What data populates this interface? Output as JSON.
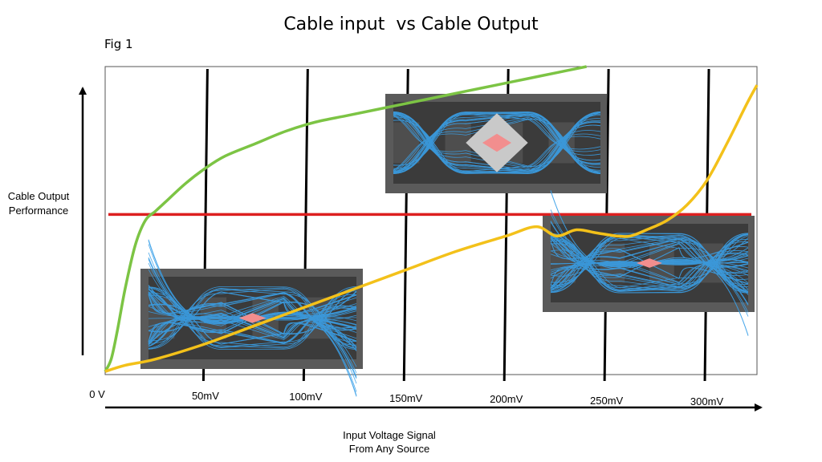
{
  "chart_data": {
    "type": "line",
    "title": "Cable input  vs Cable Output",
    "figure_label": "Fig 1",
    "xlabel": "Input Voltage Signal\nFrom Any Source",
    "ylabel": "Cable Output\nPerformance",
    "x_ticks": [
      {
        "value": 0,
        "label": "0 V"
      },
      {
        "value": 50,
        "label": "50mV"
      },
      {
        "value": 100,
        "label": "100mV"
      },
      {
        "value": 150,
        "label": "150mV"
      },
      {
        "value": 200,
        "label": "200mV"
      },
      {
        "value": 250,
        "label": "250mV"
      },
      {
        "value": 300,
        "label": "300mV"
      }
    ],
    "xlim": [
      0,
      325
    ],
    "ylim": [
      0,
      100
    ],
    "threshold": {
      "y": 52,
      "color": "#dd1f1f"
    },
    "series": [
      {
        "color": "#7cc444",
        "x": [
          0,
          3,
          6,
          10,
          15,
          20,
          25,
          30,
          40,
          50,
          60,
          75,
          90,
          105,
          120,
          135,
          150,
          165,
          180,
          195,
          210,
          225,
          240
        ],
        "y": [
          1,
          5,
          14,
          28,
          42,
          50,
          53,
          56,
          62,
          67,
          71,
          75,
          79,
          82,
          84,
          86,
          88,
          90,
          92,
          94,
          96,
          98,
          100
        ]
      },
      {
        "color": "#f3c11a",
        "x": [
          0,
          10,
          25,
          50,
          75,
          100,
          125,
          150,
          175,
          200,
          215,
          225,
          235,
          245,
          255,
          262,
          270,
          280,
          290,
          300,
          310,
          320,
          325
        ],
        "y": [
          1,
          3,
          5,
          10,
          16,
          22,
          28,
          34,
          40,
          45,
          48,
          45,
          47,
          46,
          45,
          45,
          47,
          50,
          55,
          63,
          75,
          88,
          94
        ]
      }
    ],
    "insets": [
      {
        "name": "eye-diagram-top",
        "eye_open_ratio": 0.6
      },
      {
        "name": "eye-diagram-bottom-left",
        "eye_open_ratio": 0.25
      },
      {
        "name": "eye-diagram-bottom-right",
        "eye_open_ratio": 0.25
      }
    ]
  }
}
